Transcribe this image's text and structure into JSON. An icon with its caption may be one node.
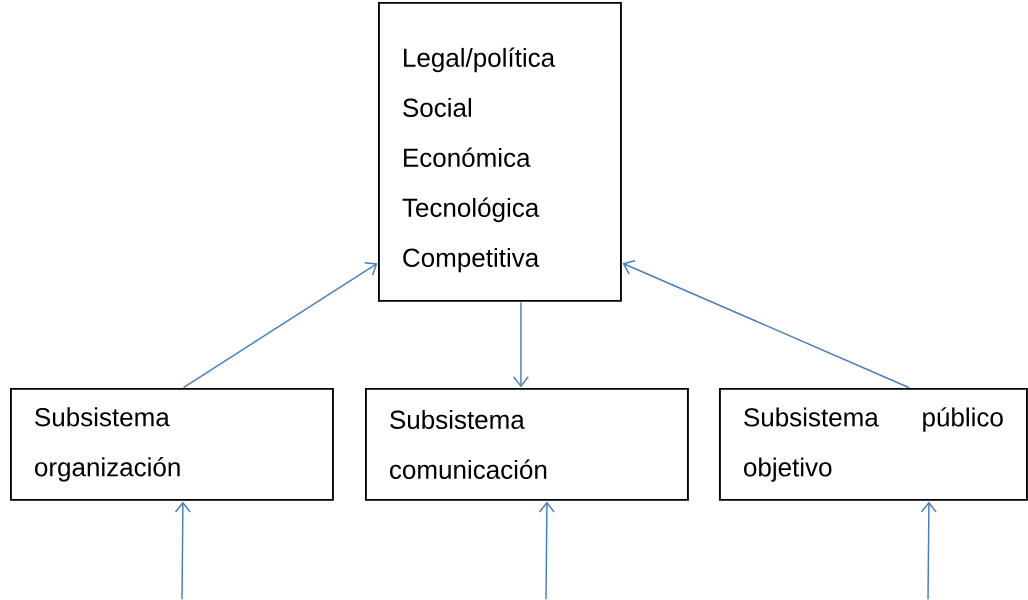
{
  "diagram": {
    "nodes": [
      {
        "text": [
          "Legal/política",
          "Social",
          "Económica",
          "Tecnológica",
          "Competitiva"
        ]
      },
      {
        "text": [
          "Subsistema organización"
        ]
      },
      {
        "text": [
          "Subsistema comunicación"
        ]
      },
      {
        "text": [
          "Subsistema público objetivo"
        ]
      }
    ],
    "edges": [
      {
        "from": 1,
        "to": 0,
        "arrow": "to"
      },
      {
        "from": 0,
        "to": 2,
        "arrow": "to"
      },
      {
        "from": 3,
        "to": 0,
        "arrow": "to"
      },
      {
        "from": null,
        "to": 1,
        "arrow": "to"
      },
      {
        "from": null,
        "to": 2,
        "arrow": "to"
      },
      {
        "from": null,
        "to": 3,
        "arrow": "to"
      }
    ]
  }
}
